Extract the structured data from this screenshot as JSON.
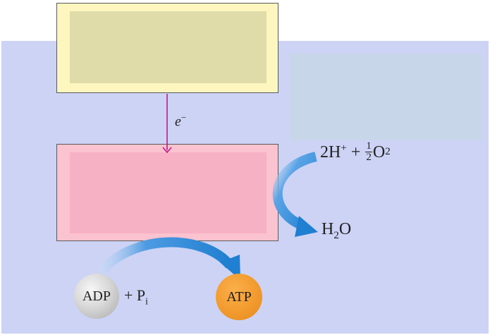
{
  "labels": {
    "electron": "e",
    "electron_charge": "−",
    "reactant_h": "2H",
    "reactant_h_charge": "+",
    "plus_sign": "+",
    "frac_numerator": "1",
    "frac_denominator": "2",
    "reactant_o": "O",
    "reactant_o_subscript": "2",
    "product_h": "H",
    "product_h_subscript": "2",
    "product_o": "O",
    "adp": "ADP",
    "pi_plus": "+ P",
    "pi_subscript": "i",
    "atp": "ATP"
  },
  "colors": {
    "background_panel": "#cdd3f5",
    "top_box": "#fdf6bf",
    "bottom_box": "#fac3cf",
    "right_panel": "#c7d6e8",
    "electron_arrow": "#c2188b",
    "flow_arrow": "#1f7fd1",
    "atp_circle": "#f29a2e",
    "adp_circle": "#cfcfcf"
  }
}
